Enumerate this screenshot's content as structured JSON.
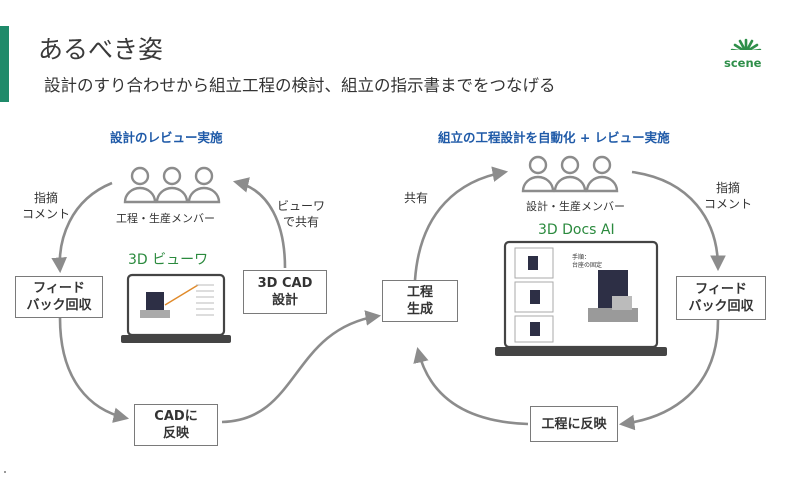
{
  "header": {
    "title": "あるべき姿",
    "subtitle": "設計のすり合わせから組立工程の検討、組立の指示書までをつなげる"
  },
  "logo": {
    "text": "scene"
  },
  "left": {
    "heading": "設計のレビュー実施",
    "people_label": "工程・生産メンバー",
    "viewer_label": "3D ビューワ",
    "comment_label": "指摘\nコメント",
    "share_label": "ビューワ\nで共有",
    "box_feedback": "フィード\nバック回収",
    "box_cad": "3D CAD\n設計",
    "box_reflect": "CADに\n反映"
  },
  "right": {
    "heading": "組立の工程設計を自動化 + レビュー実施",
    "people_label": "設計・生産メンバー",
    "docs_label": "3D Docs AI",
    "share_label": "共有",
    "comment_label": "指摘\nコメント",
    "box_process": "工程\n生成",
    "box_feedback": "フィード\nバック回収",
    "box_reflect": "工程に反映",
    "doc_note": "手順：\n台座の固定"
  },
  "colors": {
    "accent": "#1f8a6a",
    "blue": "#1f5aa8",
    "green": "#2b8a3e",
    "arrow": "#8c8c8c"
  }
}
